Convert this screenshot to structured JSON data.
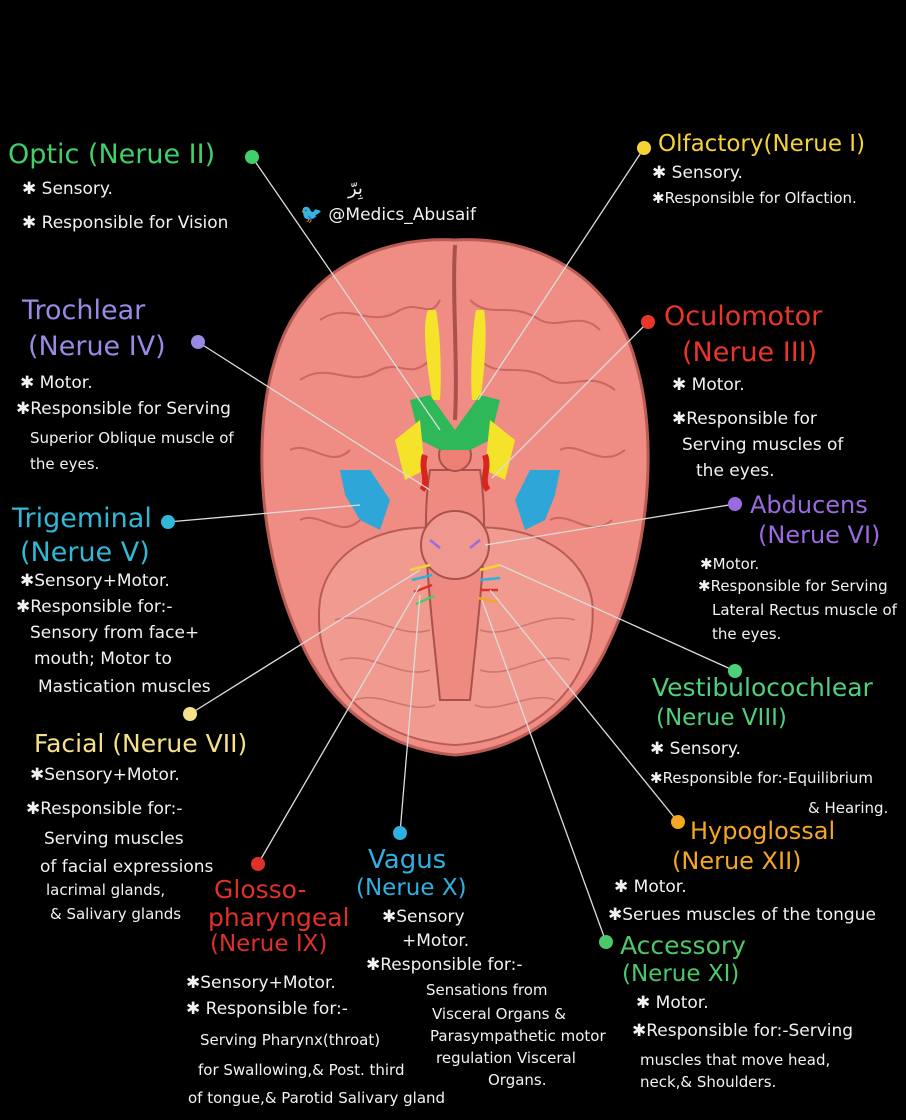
{
  "credit": {
    "arabic": "بِرّ",
    "handle": "@Medics_Abusaif",
    "bird_icon": "twitter-bird-icon"
  },
  "nerves": {
    "optic": {
      "title": "Optic (Nerue II)",
      "l1": "✱ Sensory.",
      "l2": "✱ Responsible for Vision",
      "color": "#3fd06a"
    },
    "olfactory": {
      "title": "Olfactory(Nerue I)",
      "l1": "✱ Sensory.",
      "l2": "✱Responsible for Olfaction.",
      "color": "#f5d23a"
    },
    "trochlear": {
      "title1": "Trochlear",
      "title2": "(Nerue IV)",
      "l1": "✱ Motor.",
      "l2": "✱Responsible for Serving",
      "l3": "Superior Oblique muscle of",
      "l4": "the eyes.",
      "color": "#9a8ae6"
    },
    "oculomotor": {
      "title1": "Oculomotor",
      "title2": "(Nerue III)",
      "l1": "✱ Motor.",
      "l2": "✱Responsible for",
      "l3": "Serving muscles of",
      "l4": "the eyes.",
      "color": "#e8362a"
    },
    "trigeminal": {
      "title1": "Trigeminal",
      "title2": "(Nerue V)",
      "l1": "✱Sensory+Motor.",
      "l2": "✱Responsible for:-",
      "l3": "Sensory from face+",
      "l4": "mouth; Motor to",
      "l5": "Mastication muscles",
      "color": "#2fb9d6"
    },
    "abducens": {
      "title1": "Abducens",
      "title2": "(Nerue VI)",
      "l1": "✱Motor.",
      "l2": "✱Responsible for Serving",
      "l3": "Lateral Rectus muscle of",
      "l4": "the eyes.",
      "color": "#9a6ae0"
    },
    "facial": {
      "title": "Facial (Nerue VII)",
      "l1": "✱Sensory+Motor.",
      "l2": "✱Responsible for:-",
      "l3": "Serving muscles",
      "l4": "of facial expressions",
      "l5": "lacrimal glands,",
      "l6": "& Salivary glands",
      "color": "#f6e08a"
    },
    "vestibulocochlear": {
      "title1": "Vestibulocochlear",
      "title2": "(Nerue VIII)",
      "l1": "✱ Sensory.",
      "l2": "✱Responsible for:-Equilibrium",
      "l3": "& Hearing.",
      "color": "#4fd07a"
    },
    "hypoglossal": {
      "title1": "Hypoglossal",
      "title2": "(Nerue XII)",
      "l1": "✱ Motor.",
      "l2": "✱Serues muscles of the tongue",
      "color": "#f5a623"
    },
    "glosso": {
      "title1": "Glosso-",
      "title2": "pharyngeal",
      "title3": "(Nerue IX)",
      "l1": "✱Sensory+Motor.",
      "l2": "✱ Responsible for:-",
      "l3": "Serving Pharynx(throat)",
      "l4": "for Swallowing,& Post. third",
      "l5": "of tongue,& Parotid Salivary gland",
      "color": "#e0302a"
    },
    "vagus": {
      "title1": "Vagus",
      "title2": "(Nerue X)",
      "l1": "✱Sensory",
      "l2": "+Motor.",
      "l3": "✱Responsible for:-",
      "l4": "Sensations from",
      "l5": "Visceral Organs &",
      "l6": "Parasympathetic motor",
      "l7": "regulation Visceral",
      "l8": "Organs.",
      "color": "#2fb0e0"
    },
    "accessory": {
      "title1": "Accessory",
      "title2": "(Nerue XI)",
      "l1": "✱ Motor.",
      "l2": "✱Responsible for:-Serving",
      "l3": "muscles that move head,",
      "l4": "neck,& Shoulders.",
      "color": "#4cc86a"
    }
  }
}
